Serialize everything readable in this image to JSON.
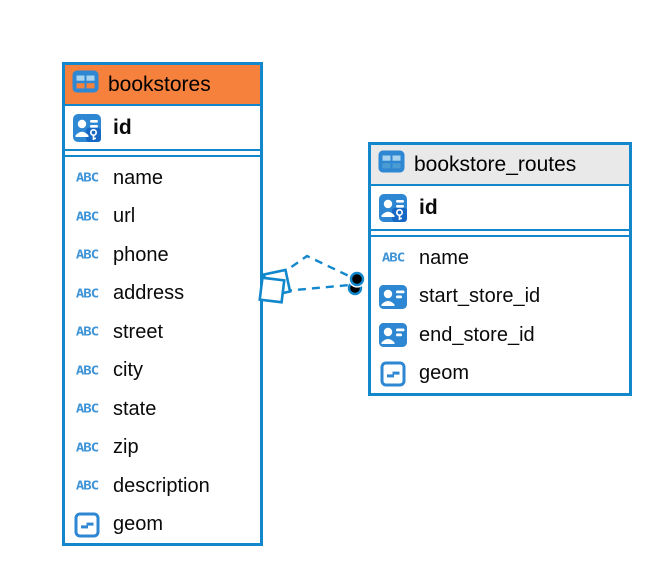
{
  "diagram": {
    "background": "#FFFFFF",
    "accent_blue": "#1287CB",
    "text_type_glyph": "ABC"
  },
  "tables": [
    {
      "name": "bookstores",
      "title": "bookstores",
      "header_bg": "#F5813D",
      "icon_top_cells": "#A8D3EF",
      "icon_bottom_cells": "#F5813D",
      "primary_key": {
        "label": "id",
        "icon": "primary-key-icon"
      },
      "fields": [
        {
          "label": "name",
          "icon": "text-type-icon"
        },
        {
          "label": "url",
          "icon": "text-type-icon"
        },
        {
          "label": "phone",
          "icon": "text-type-icon"
        },
        {
          "label": "address",
          "icon": "text-type-icon"
        },
        {
          "label": "street",
          "icon": "text-type-icon"
        },
        {
          "label": "city",
          "icon": "text-type-icon"
        },
        {
          "label": "state",
          "icon": "text-type-icon"
        },
        {
          "label": "zip",
          "icon": "text-type-icon"
        },
        {
          "label": "description",
          "icon": "text-type-icon"
        },
        {
          "label": "geom",
          "icon": "geometry-type-icon"
        }
      ]
    },
    {
      "name": "bookstore_routes",
      "title": "bookstore_routes",
      "header_bg": "#E9E9E9",
      "icon_top_cells": "#A8D3EF",
      "icon_bottom_cells": "#4C9CD4",
      "primary_key": {
        "label": "id",
        "icon": "primary-key-icon"
      },
      "fields": [
        {
          "label": "name",
          "icon": "text-type-icon"
        },
        {
          "label": "start_store_id",
          "icon": "foreign-key-icon"
        },
        {
          "label": "end_store_id",
          "icon": "foreign-key-icon"
        },
        {
          "label": "geom",
          "icon": "geometry-type-icon"
        }
      ]
    }
  ],
  "relationship": {
    "from_table": "bookstores",
    "to_table": "bookstore_routes",
    "line_style": "dashed",
    "color": "#1287CB",
    "endpoint_from": "diamond",
    "endpoint_to": "dot",
    "link_count": 2
  }
}
